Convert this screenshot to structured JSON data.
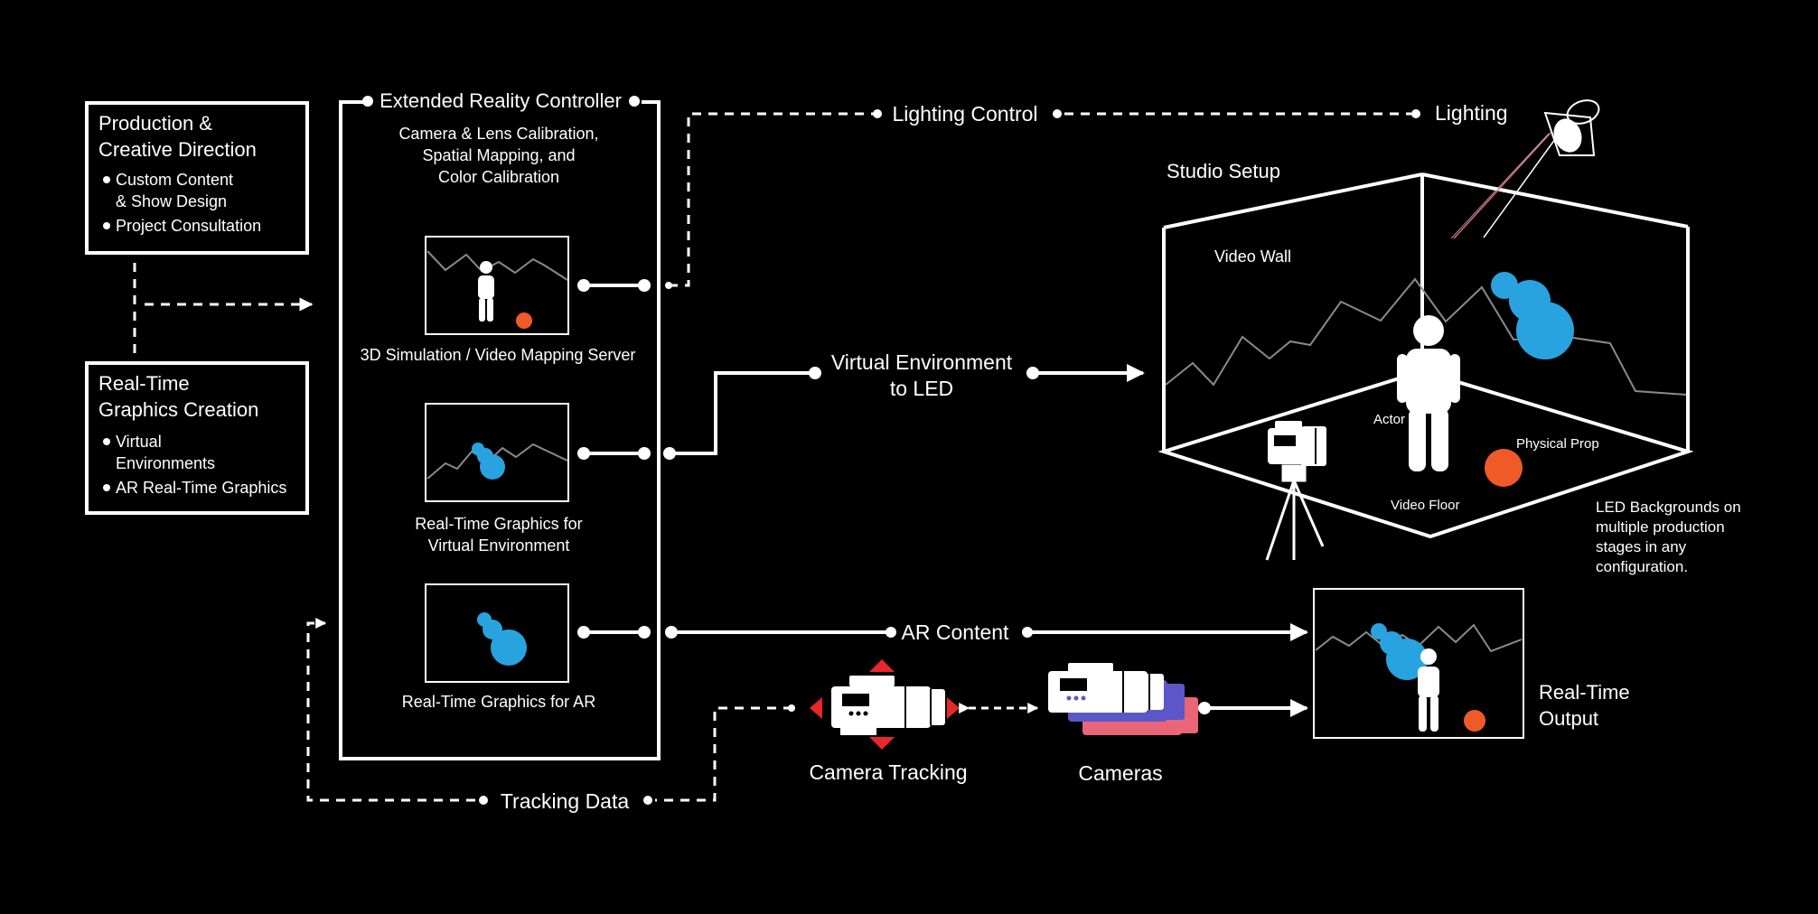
{
  "production": {
    "title_line1": "Production &",
    "title_line2": "Creative Direction",
    "bullet1_line1": "Custom Content",
    "bullet1_line2": "& Show Design",
    "bullet2": "Project Consultation"
  },
  "graphics": {
    "title_line1": "Real-Time",
    "title_line2": "Graphics Creation",
    "bullet1_line1": "Virtual",
    "bullet1_line2": "Environments",
    "bullet2": "AR Real-Time Graphics"
  },
  "xr": {
    "title": "Extended Reality Controller",
    "calib_line1": "Camera & Lens Calibration,",
    "calib_line2": "Spatial Mapping, and",
    "calib_line3": "Color Calibration",
    "server1": "3D Simulation / Video Mapping Server",
    "server2_line1": "Real-Time Graphics for",
    "server2_line2": "Virtual Environment",
    "server3": "Real-Time Graphics for AR"
  },
  "flows": {
    "lighting_control": "Lighting Control",
    "lighting": "Lighting",
    "virtual_env_line1": "Virtual Environment",
    "virtual_env_line2": "to LED",
    "ar_content": "AR Content",
    "tracking_data": "Tracking Data",
    "camera_tracking": "Camera Tracking",
    "cameras": "Cameras"
  },
  "studio": {
    "title": "Studio Setup",
    "video_wall": "Video Wall",
    "actor": "Actor",
    "physical_prop": "Physical Prop",
    "video_floor": "Video Floor",
    "note_line1": "LED Backgrounds on",
    "note_line2": "multiple production",
    "note_line3": "stages in any",
    "note_line4": "configuration."
  },
  "output": {
    "label_line1": "Real-Time",
    "label_line2": "Output"
  },
  "colors": {
    "background": "#000000",
    "line": "#ffffff",
    "blue": "#29a3e0",
    "orange": "#f05a28",
    "red": "#e8262c",
    "purple": "#5b57c8",
    "pink": "#e86678"
  },
  "icons": [
    "person-icon",
    "blue-bubble-icon",
    "orange-ball-icon",
    "spotlight-icon",
    "video-camera-icon",
    "tripod-icon",
    "tracking-arrow-icon"
  ]
}
